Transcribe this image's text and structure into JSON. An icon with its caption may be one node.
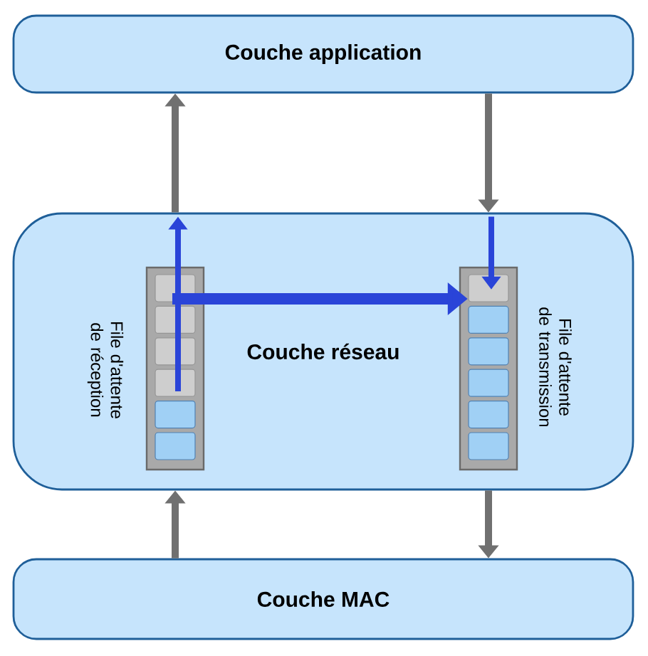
{
  "diagram": {
    "nodes": [
      {
        "text": [
          "Couche application"
        ]
      },
      {
        "text": [
          "Couche réseau"
        ]
      },
      {
        "text": [
          "Couche MAC"
        ]
      },
      {
        "text": [],
        "shape": "bar",
        "in": 1,
        "beside": [
          "File d'attente de réception"
        ]
      },
      {
        "text": [],
        "shape": "bar",
        "in": 1,
        "beside": [
          "File d'attente de transmission"
        ]
      }
    ],
    "edges": [
      {
        "from": 2,
        "to": 1,
        "arrow": "to"
      },
      {
        "from": 1,
        "to": 0,
        "arrow": "to"
      },
      {
        "from": 0,
        "to": 1,
        "arrow": "to"
      },
      {
        "from": 1,
        "to": 2,
        "arrow": "to"
      },
      {
        "from": 3,
        "to": null,
        "arrow": "to",
        "color": "#2a44d8"
      },
      {
        "from": 3,
        "to": 4,
        "arrow": "to",
        "color": "#2a44d8"
      },
      {
        "from": null,
        "to": 4,
        "arrow": "to",
        "color": "#2a44d8"
      }
    ]
  }
}
